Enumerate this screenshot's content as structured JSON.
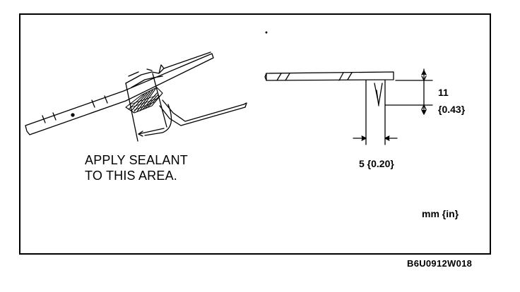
{
  "left_view": {
    "instruction_line1": "APPLY SEALANT",
    "instruction_line2": "TO THIS AREA."
  },
  "right_view": {
    "height_value": "11",
    "height_inch": "{0.43}",
    "width_label": "5 {0.20}"
  },
  "units_label": "mm {in}",
  "figure_code": "B6U0912W018"
}
